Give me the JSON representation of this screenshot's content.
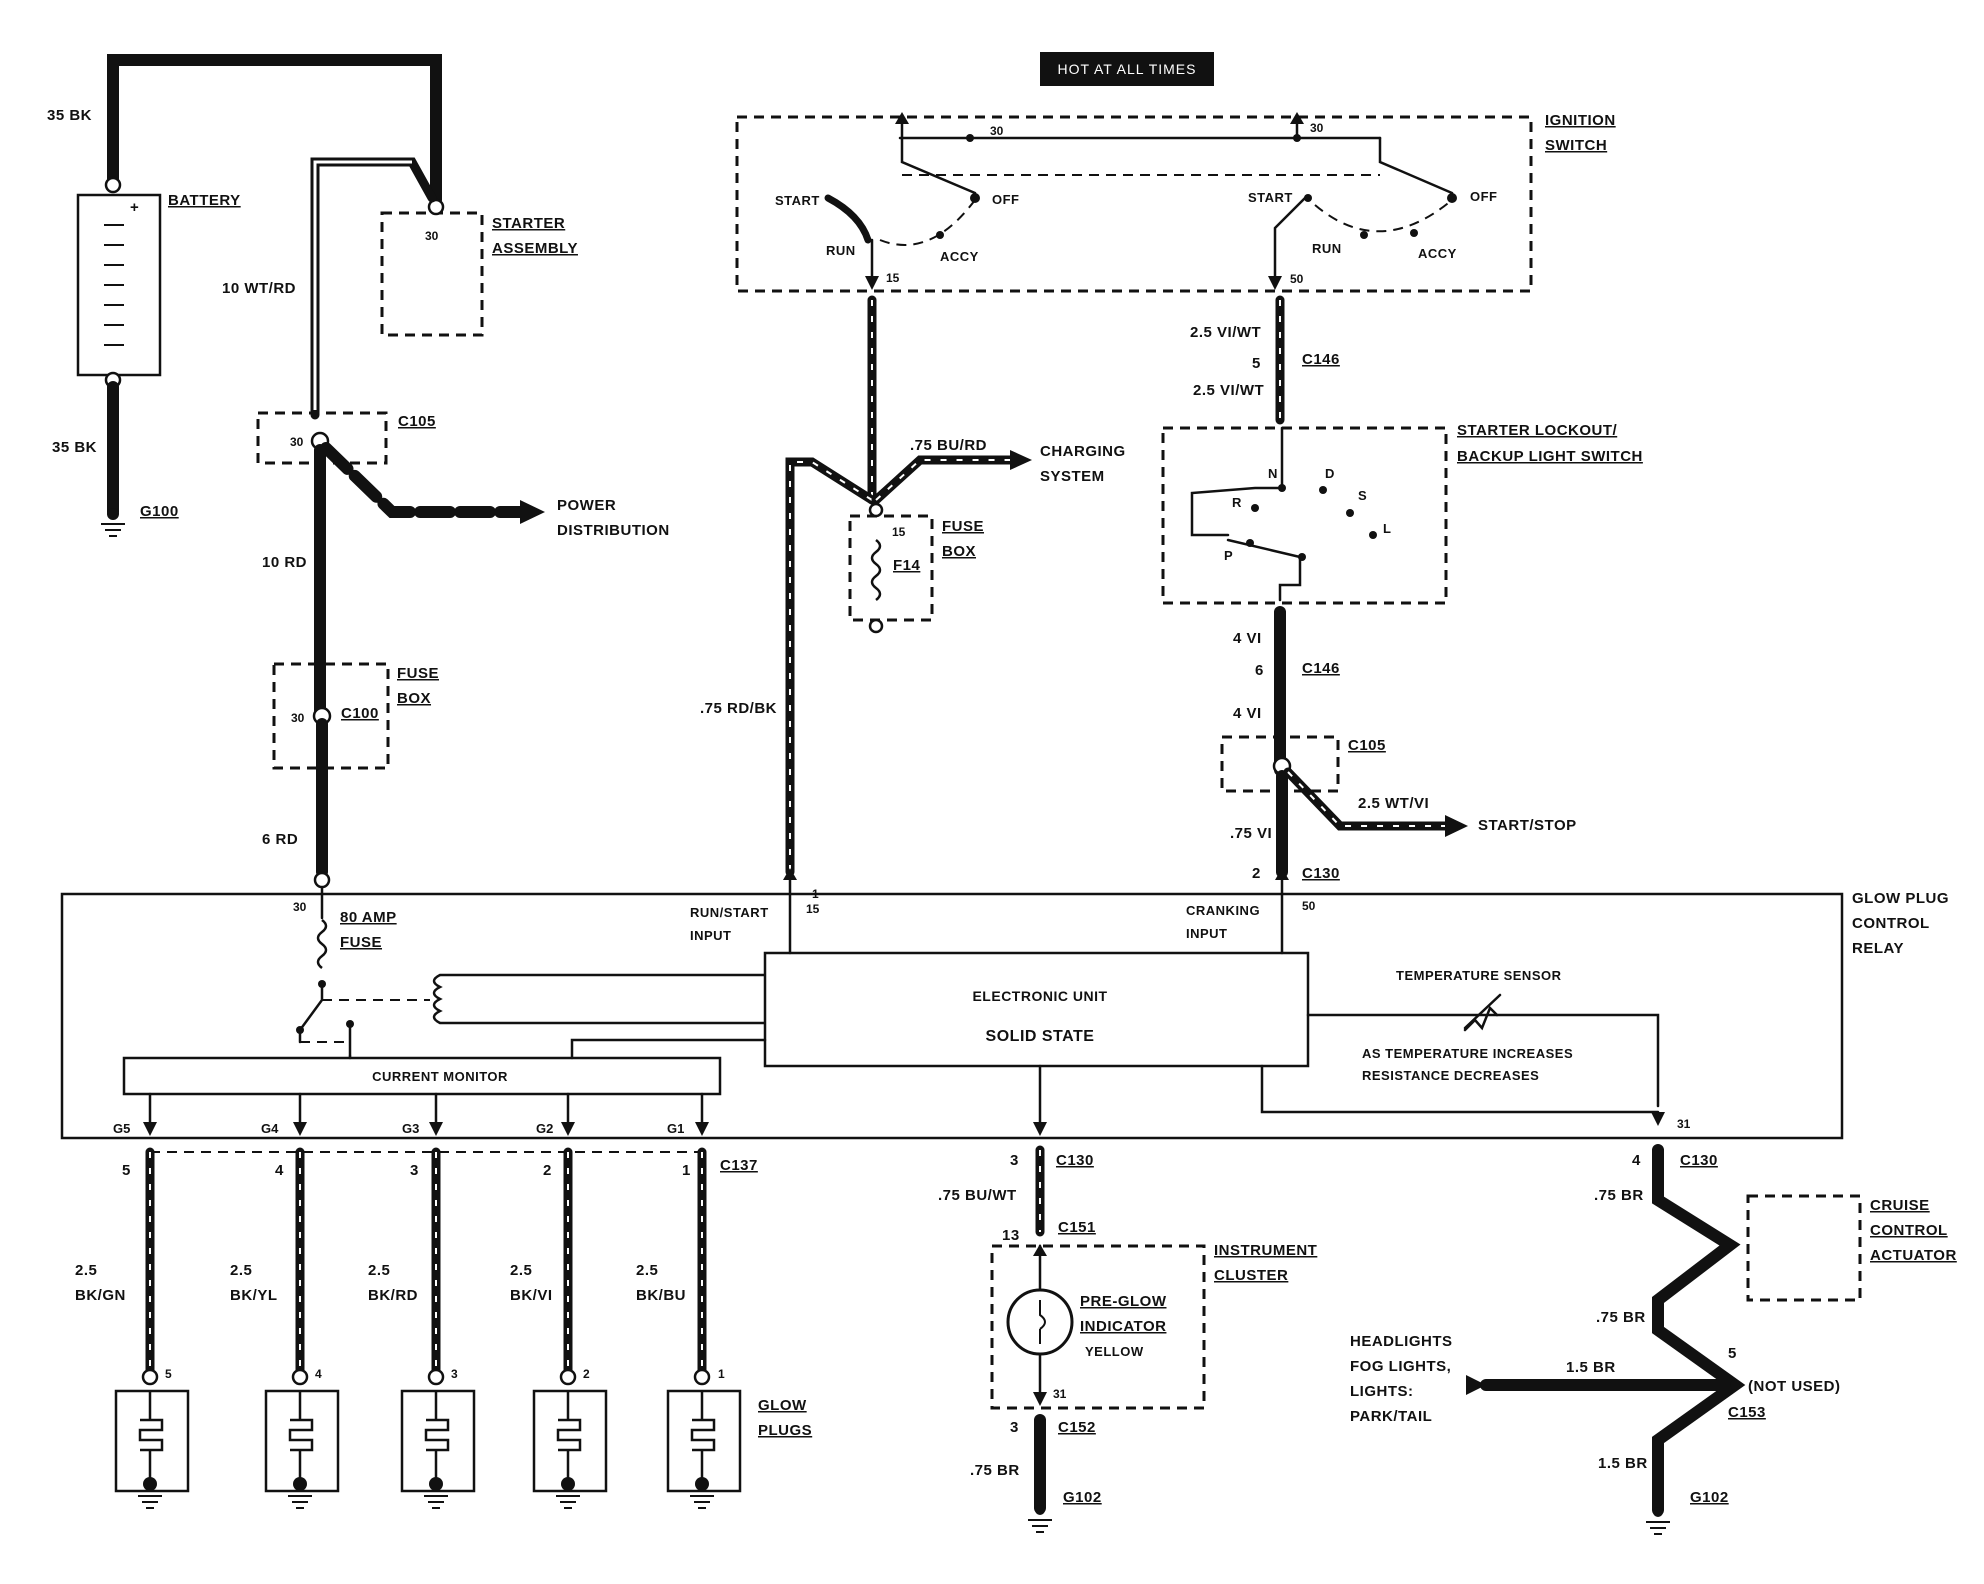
{
  "banner": "HOT AT ALL TIMES",
  "battery": {
    "label": "BATTERY",
    "wire_top": "35 BK",
    "wire_bottom": "35 BK",
    "ground": "G100",
    "plus": "+",
    "minus": "−"
  },
  "starter": {
    "label_1": "STARTER",
    "label_2": "ASSEMBLY",
    "pin": "30",
    "wire": "10 WT/RD"
  },
  "c105_left": {
    "label": "C105",
    "pin": "30",
    "wire_out": "10 RD",
    "power_1": "POWER",
    "power_2": "DISTRIBUTION"
  },
  "fuse_box_left": {
    "label_1": "FUSE",
    "label_2": "BOX",
    "pin": "30",
    "connector": "C100",
    "wire_out": "6 RD"
  },
  "ignition": {
    "label_1": "IGNITION",
    "label_2": "SWITCH",
    "pin_30a": "30",
    "pin_30b": "30",
    "start_a": "START",
    "run_a": "RUN",
    "off_a": "OFF",
    "accy_a": "ACCY",
    "pin_15": "15",
    "start_b": "START",
    "run_b": "RUN",
    "off_b": "OFF",
    "accy_b": "ACCY",
    "pin_50": "50"
  },
  "fuse_f14": {
    "label_1": "FUSE",
    "label_2": "BOX",
    "fuse": "F14",
    "pin": "15",
    "wire_charge": ".75 BU/RD",
    "charging_1": "CHARGING",
    "charging_2": "SYSTEM",
    "wire_run": ".75 RD/BK"
  },
  "lockout": {
    "wire_a": "2.5 VI/WT",
    "pin_a": "5",
    "conn_a": "C146",
    "wire_b": "2.5 VI/WT",
    "label_1": "STARTER LOCKOUT/",
    "label_2": "BACKUP LIGHT SWITCH",
    "pos_n": "N",
    "pos_d": "D",
    "pos_r": "R",
    "pos_s": "S",
    "pos_l": "L",
    "pos_p": "P",
    "wire_c": "4 VI",
    "pin_c": "6",
    "conn_c": "C146",
    "wire_d": "4 VI",
    "conn_d": "C105",
    "wire_ss": "2.5 WT/VI",
    "start_stop": "START/STOP",
    "wire_e": ".75 VI"
  },
  "relay": {
    "label_1": "GLOW PLUG",
    "label_2": "CONTROL",
    "label_3": "RELAY",
    "pin_30": "30",
    "fuse_1": "80 AMP",
    "fuse_2": "FUSE",
    "pin_1": "1",
    "pin_15": "15",
    "runstart_1": "RUN/START",
    "runstart_2": "INPUT",
    "pin_2": "2",
    "conn_c130": "C130",
    "pin_50": "50",
    "crank_1": "CRANKING",
    "crank_2": "INPUT",
    "eu_1": "ELECTRONIC UNIT",
    "eu_2": "SOLID STATE",
    "temp": "TEMPERATURE SENSOR",
    "temp_note_1": "AS TEMPERATURE INCREASES",
    "temp_note_2": "RESISTANCE DECREASES",
    "current_monitor": "CURRENT MONITOR",
    "pin_31": "31",
    "g_labels": [
      "G5",
      "G4",
      "G3",
      "G2",
      "G1"
    ]
  },
  "glow": {
    "connector": "C137",
    "pins": [
      "5",
      "4",
      "3",
      "2",
      "1"
    ],
    "gauges": [
      "2.5",
      "2.5",
      "2.5",
      "2.5",
      "2.5"
    ],
    "colors": [
      "BK/GN",
      "BK/YL",
      "BK/RD",
      "BK/VI",
      "BK/BU"
    ],
    "label_1": "GLOW",
    "label_2": "PLUGS"
  },
  "cluster": {
    "pin_3": "3",
    "conn_c130": "C130",
    "wire_a": ".75 BU/WT",
    "pin_13": "13",
    "conn_c151": "C151",
    "label_1": "INSTRUMENT",
    "label_2": "CLUSTER",
    "ind_1": "PRE-GLOW",
    "ind_2": "INDICATOR",
    "ind_3": "YELLOW",
    "pin_31": "31",
    "pin_3b": "3",
    "conn_c152": "C152",
    "wire_b": ".75 BR",
    "ground": "G102"
  },
  "right": {
    "pin_4": "4",
    "conn_c130": "C130",
    "wire_a": ".75 BR",
    "cruise_1": "CRUISE",
    "cruise_2": "CONTROL",
    "cruise_3": "ACTUATOR",
    "wire_b": ".75 BR",
    "head_1": "HEADLIGHTS",
    "head_2": "FOG LIGHTS,",
    "head_3": "LIGHTS:",
    "head_4": "PARK/TAIL",
    "wire_head": "1.5 BR",
    "pin_5": "5",
    "not_used": "(NOT USED)",
    "conn_c153": "C153",
    "wire_c": "1.5 BR",
    "ground": "G102"
  }
}
